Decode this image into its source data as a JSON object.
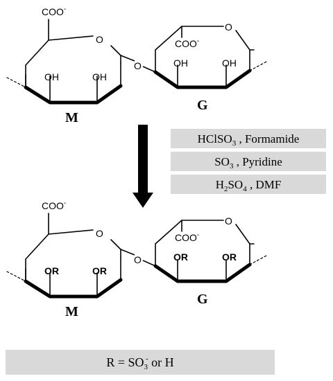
{
  "top_structure": {
    "m_ring": {
      "carboxylate": "COO",
      "charge": "-",
      "hydroxyl_left": "OH",
      "hydroxyl_right": "OH",
      "ring_oxygen": "O",
      "label": "M"
    },
    "linkage_oxygen": "O",
    "g_ring": {
      "carboxylate": "COO",
      "charge": "-",
      "hydroxyl_left": "OH",
      "hydroxyl_right": "OH",
      "ring_oxygen": "O",
      "label": "G"
    }
  },
  "reagents": [
    {
      "main": "HClSO",
      "sub": "3",
      "rest": " , Formamide"
    },
    {
      "main": "SO",
      "sub": "3",
      "rest": " , Pyridine"
    },
    {
      "pre": "H",
      "sub1": "2",
      "main": "SO",
      "sub": "4",
      "rest": " , DMF"
    }
  ],
  "bottom_structure": {
    "m_ring": {
      "carboxylate": "COO",
      "charge": "-",
      "sub_left": "OR",
      "sub_right": "OR",
      "ring_oxygen": "O",
      "label": "M"
    },
    "linkage_oxygen": "O",
    "g_ring": {
      "carboxylate": "COO",
      "charge": "-",
      "sub_left": "OR",
      "sub_right": "OR",
      "ring_oxygen": "O",
      "label": "G"
    }
  },
  "legend": {
    "prefix": "R = SO",
    "sub": "3",
    "sup": "-",
    "suffix": " or H"
  },
  "colors": {
    "reagent_box": "#d9d9d9",
    "legend_box": "#d9d9d9",
    "ink": "#000000"
  }
}
